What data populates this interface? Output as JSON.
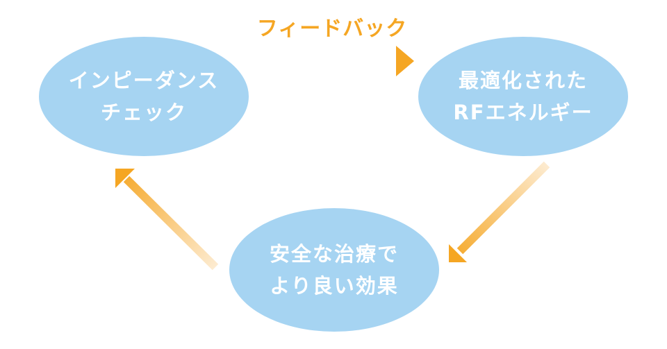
{
  "colors": {
    "node_fill": "#a6d4f2",
    "node_text": "#ffffff",
    "arrow": "#f5a623",
    "arrow_fade": "#fdebd0",
    "label": "#f5a623"
  },
  "feedback_label": "フィードバック",
  "nodes": {
    "impedance": {
      "line1": "インピーダンス",
      "line2": "チェック"
    },
    "rf_energy": {
      "line1": "最適化された",
      "line2": "RFエネルギー"
    },
    "safe_treatment": {
      "line1": "安全な治療で",
      "line2": "より良い効果"
    }
  }
}
